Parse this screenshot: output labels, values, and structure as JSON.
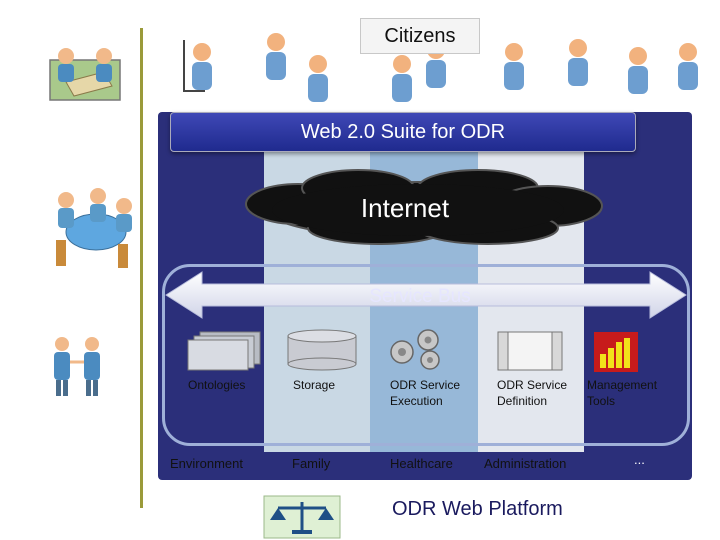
{
  "top": {
    "citizens_label": "Citizens"
  },
  "platform": {
    "suite_label": "Web 2.0 Suite for ODR",
    "internet_label": "Internet",
    "service_bus_label": "Service Bus",
    "components": [
      {
        "label_line1": "Ontologies",
        "label_line2": "",
        "icon": "ontology-pages-icon"
      },
      {
        "label_line1": "Storage",
        "label_line2": "",
        "icon": "database-cylinder-icon"
      },
      {
        "label_line1": "ODR Service",
        "label_line2": "Execution",
        "icon": "gears-icon"
      },
      {
        "label_line1": "ODR Service",
        "label_line2": "Definition",
        "icon": "definition-window-icon"
      },
      {
        "label_line1": "Management",
        "label_line2": "Tools",
        "icon": "management-chart-icon"
      }
    ],
    "domains": [
      "Environment",
      "Family",
      "Healthcare",
      "Administration",
      "..."
    ],
    "title": "ODR Web Platform"
  },
  "colors": {
    "platform_bg": "#2b2f7a",
    "suite_bar": "#2a34a0",
    "bus_arrow": "#ffffff",
    "line_accent": "#9a9a3a"
  }
}
